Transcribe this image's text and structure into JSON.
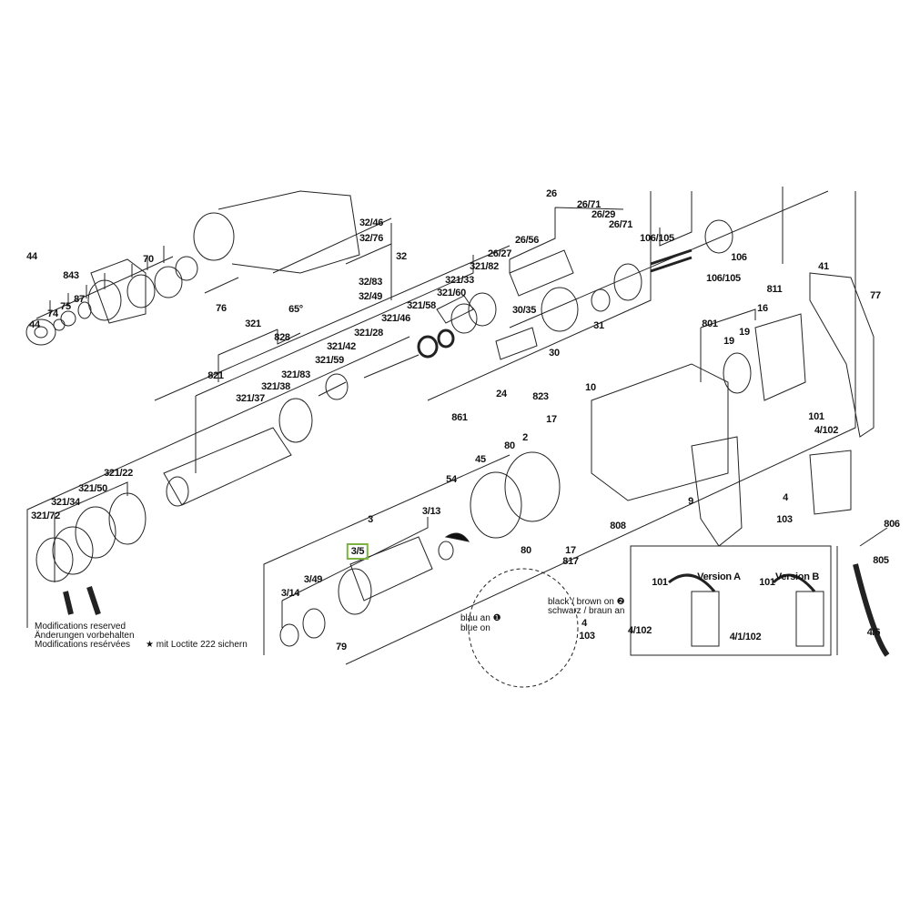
{
  "diagram": {
    "part_labels": [
      "44",
      "843",
      "74",
      "75",
      "87",
      "44",
      "70",
      "76",
      "32/46",
      "32/76",
      "32",
      "32/83",
      "32/49",
      "65°",
      "321",
      "828",
      "821",
      "321/83",
      "321/38",
      "321/37",
      "321/59",
      "321/42",
      "321/28",
      "321/46",
      "321/58",
      "321/60",
      "321/33",
      "321/82",
      "26/27",
      "26/56",
      "26",
      "26/71",
      "26/29",
      "26/71",
      "106/105",
      "106",
      "106/105",
      "30/35",
      "31",
      "30",
      "24",
      "823",
      "10",
      "861",
      "41",
      "77",
      "811",
      "16",
      "801",
      "19",
      "19",
      "101",
      "4/102",
      "321/22",
      "321/50",
      "321/34",
      "321/72",
      "54",
      "45",
      "2",
      "80",
      "17",
      "3",
      "3/13",
      "3/49",
      "3/14",
      "79",
      "80",
      "17",
      "817",
      "808",
      "9",
      "4",
      "103",
      "806",
      "805",
      "4/6",
      "101",
      "101",
      "4/102",
      "4/1/102",
      "4",
      "103"
    ],
    "highlighted_part": "3/5",
    "versions": [
      "Version A",
      "Version B"
    ],
    "wiring_notes": {
      "black_brown": "black / brown on ❷",
      "schwarz_braun": "schwarz / braun an",
      "blau": "blau an ❶",
      "blue": "blue on"
    },
    "modifications": [
      "Modifications reserved",
      "Änderungen vorbehalten",
      "Modifications resérvées"
    ],
    "loctite_note": "★ mit Loctite 222 sichern",
    "highlight_color": "#7cb342"
  }
}
